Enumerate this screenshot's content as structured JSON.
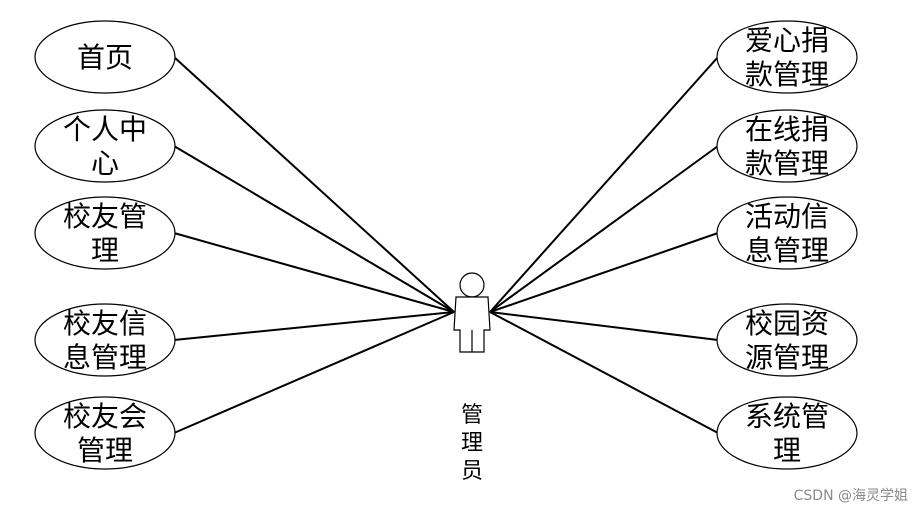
{
  "actor": {
    "name": "管理员",
    "lines": [
      "管",
      "理",
      "员"
    ]
  },
  "use_cases": {
    "left": [
      {
        "label": "首页",
        "lines": [
          "首页"
        ]
      },
      {
        "label": "个人中心",
        "lines": [
          "个人中",
          "心"
        ]
      },
      {
        "label": "校友管理",
        "lines": [
          "校友管",
          "理"
        ]
      },
      {
        "label": "校友信息管理",
        "lines": [
          "校友信",
          "息管理"
        ]
      },
      {
        "label": "校友会管理",
        "lines": [
          "校友会",
          "管理"
        ]
      }
    ],
    "right": [
      {
        "label": "爱心捐款管理",
        "lines": [
          "爱心捐",
          "款管理"
        ]
      },
      {
        "label": "在线捐款管理",
        "lines": [
          "在线捐",
          "款管理"
        ]
      },
      {
        "label": "活动信息管理",
        "lines": [
          "活动信",
          "息管理"
        ]
      },
      {
        "label": "校园资源管理",
        "lines": [
          "校园资",
          "源管理"
        ]
      },
      {
        "label": "系统管理",
        "lines": [
          "系统管",
          "理"
        ]
      }
    ]
  },
  "watermark": "CSDN @海灵学姐"
}
